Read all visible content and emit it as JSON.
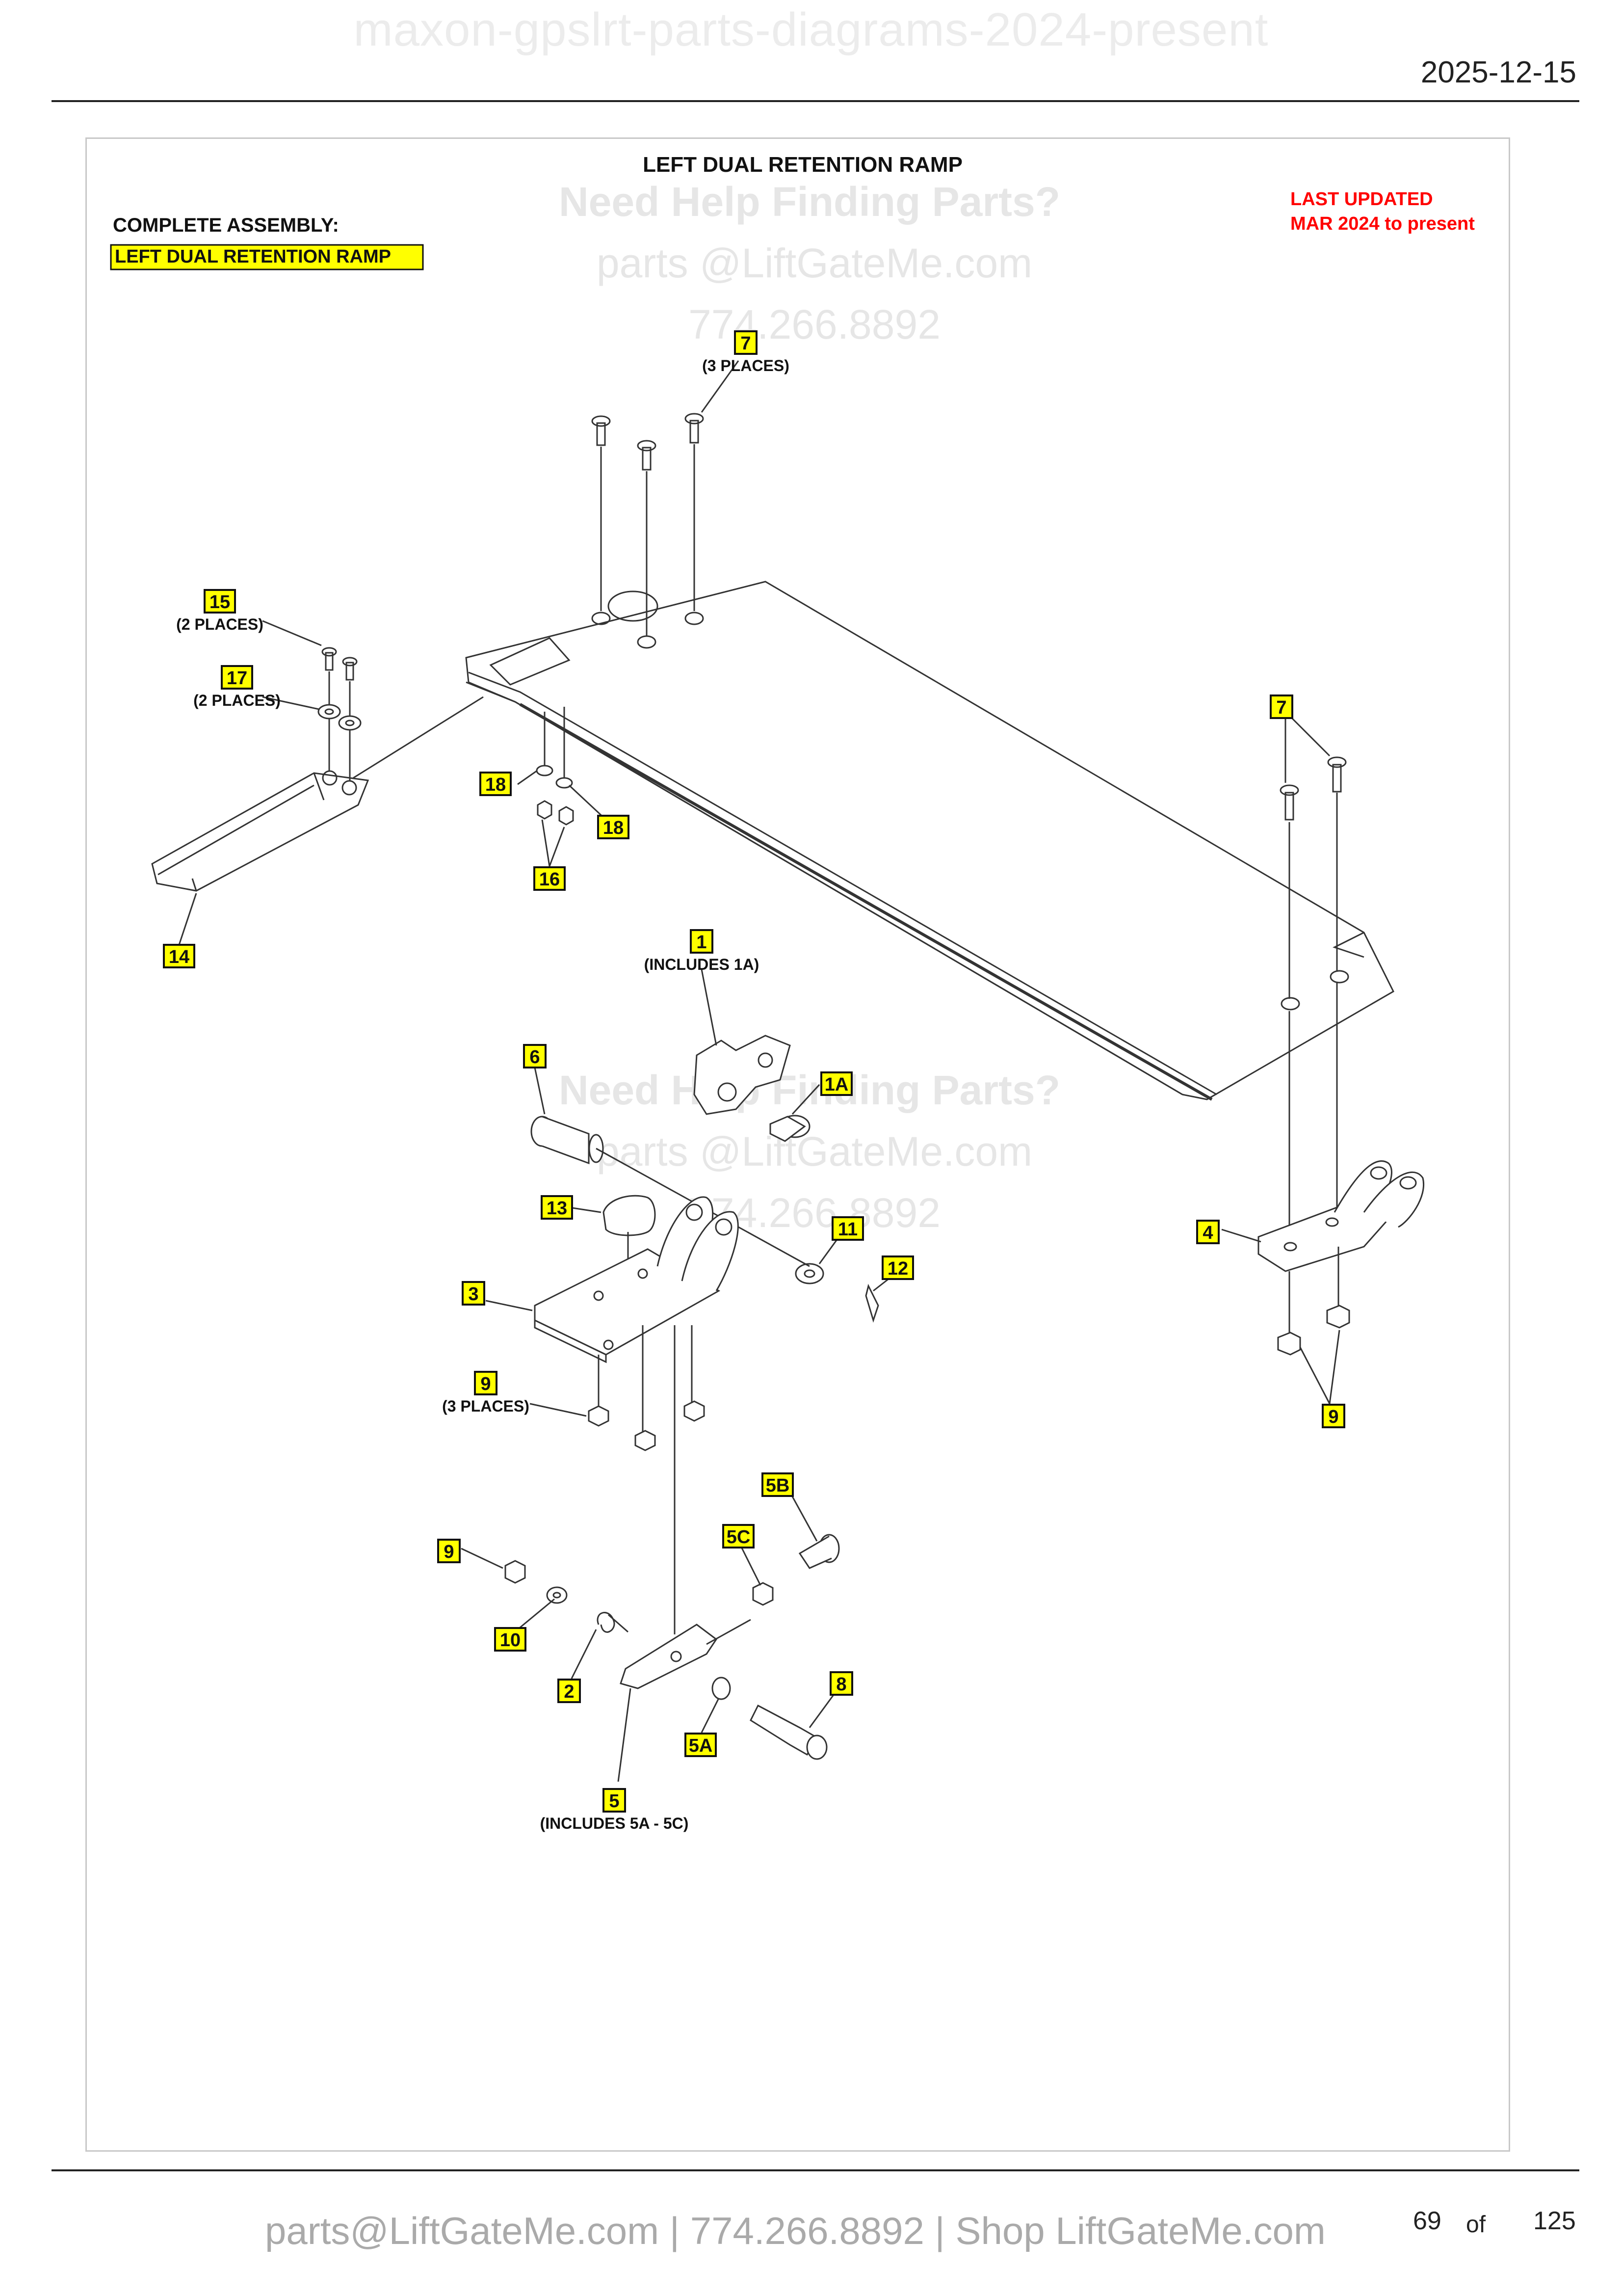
{
  "document": {
    "title": "maxon-gpslrt-parts-diagrams-2024-present",
    "date": "2025-12-15"
  },
  "diagram": {
    "title": "LEFT DUAL RETENTION RAMP",
    "assembly_label": "COMPLETE ASSEMBLY:",
    "assembly_name": "LEFT DUAL RETENTION RAMP",
    "last_updated_line1": "LAST UPDATED",
    "last_updated_line2": "MAR 2024 to present",
    "watermark": {
      "line1": "Need Help Finding Parts?",
      "line2": "parts @LiftGateMe.com",
      "line3": "774.266.8892"
    },
    "callouts": [
      {
        "id": "c7a",
        "text": "7",
        "note": "(3 PLACES)"
      },
      {
        "id": "c15",
        "text": "15",
        "note": "(2 PLACES)"
      },
      {
        "id": "c17",
        "text": "17",
        "note": "(2 PLACES)"
      },
      {
        "id": "c18a",
        "text": "18",
        "note": ""
      },
      {
        "id": "c18b",
        "text": "18",
        "note": ""
      },
      {
        "id": "c16",
        "text": "16",
        "note": ""
      },
      {
        "id": "c14",
        "text": "14",
        "note": ""
      },
      {
        "id": "c7b",
        "text": "7",
        "note": ""
      },
      {
        "id": "c1",
        "text": "1",
        "note": "(INCLUDES 1A)"
      },
      {
        "id": "c1a",
        "text": "1A",
        "note": ""
      },
      {
        "id": "c6",
        "text": "6",
        "note": ""
      },
      {
        "id": "c13",
        "text": "13",
        "note": ""
      },
      {
        "id": "c11",
        "text": "11",
        "note": ""
      },
      {
        "id": "c12",
        "text": "12",
        "note": ""
      },
      {
        "id": "c3",
        "text": "3",
        "note": ""
      },
      {
        "id": "c4",
        "text": "4",
        "note": ""
      },
      {
        "id": "c9a",
        "text": "9",
        "note": "(3 PLACES)"
      },
      {
        "id": "c9b",
        "text": "9",
        "note": ""
      },
      {
        "id": "c5b",
        "text": "5B",
        "note": ""
      },
      {
        "id": "c5c",
        "text": "5C",
        "note": ""
      },
      {
        "id": "c9c",
        "text": "9",
        "note": ""
      },
      {
        "id": "c10",
        "text": "10",
        "note": ""
      },
      {
        "id": "c2",
        "text": "2",
        "note": ""
      },
      {
        "id": "c8",
        "text": "8",
        "note": ""
      },
      {
        "id": "c5a",
        "text": "5A",
        "note": ""
      },
      {
        "id": "c5",
        "text": "5",
        "note": "(INCLUDES 5A - 5C)"
      }
    ]
  },
  "footer": {
    "contact": "parts@LiftGateMe.com | 774.266.8892 | Shop LiftGateMe.com",
    "page": "69",
    "of": "of",
    "total": "125"
  },
  "colors": {
    "callout_fill": "#ffff00",
    "last_updated": "#ff0000",
    "watermark": "#e6e6e6"
  }
}
